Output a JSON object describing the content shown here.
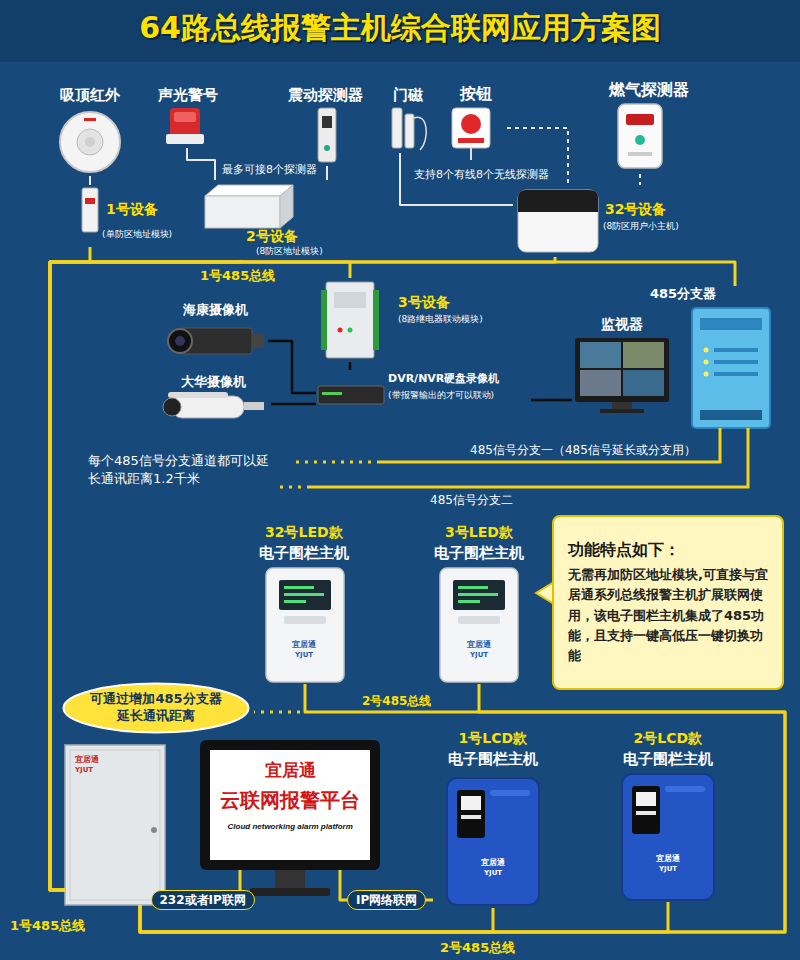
{
  "diagram": {
    "title": "64路总线报警主机综合联网应用方案图",
    "nodes": [
      {
        "text": [
          "吸顶红外"
        ]
      },
      {
        "text": [
          "声光警号"
        ]
      },
      {
        "text": [
          "震动探测器"
        ]
      },
      {
        "text": [
          "门磁"
        ]
      },
      {
        "text": [
          "按钮"
        ]
      },
      {
        "text": [
          "燃气探测器"
        ]
      },
      {
        "text": [
          "1号设备",
          "(单防区地址模块)"
        ]
      },
      {
        "text": [
          "2号设备",
          "(8防区地址模块)"
        ]
      },
      {
        "text": [
          "32号设备",
          "(8防区用户小主机)"
        ]
      },
      {
        "text": [
          "3号设备",
          "(8路继电器联动模块)"
        ]
      },
      {
        "text": [
          "海康摄像机"
        ]
      },
      {
        "text": [
          "大华摄像机"
        ]
      },
      {
        "text": [
          "DVR/NVR硬盘录像机",
          "(带报警输出的才可以联动)"
        ]
      },
      {
        "text": [
          "监视器"
        ]
      },
      {
        "text": [
          "485分支器"
        ]
      },
      {
        "text": [
          "32号LED款",
          "电子围栏主机",
          "宜居通",
          "YJUT"
        ]
      },
      {
        "text": [
          "3号LED款",
          "电子围栏主机",
          "宜居通",
          "YJUT"
        ]
      },
      {
        "text": [
          "功能特点如下：",
          "无需再加防区地址模块,可直接与宜居通系列总线报警主机扩展联网使用，该电子围栏主机集成了485功能，且支持一键高低压一键切换功能"
        ]
      },
      {
        "text": [
          "可通过增加485分支器延长通讯距离"
        ]
      },
      {
        "text": [
          "宜居通",
          "YJUT"
        ]
      },
      {
        "text": [
          "宜居通",
          "云联网报警平台",
          "Cloud networking alarm platform"
        ]
      },
      {
        "text": [
          "1号LCD款",
          "电子围栏主机",
          "宜居通",
          "YJUT"
        ]
      },
      {
        "text": [
          "2号LCD款",
          "电子围栏主机",
          "宜居通",
          "YJUT"
        ]
      }
    ],
    "edges": [
      {
        "from": 0,
        "to": 6,
        "arrow": "none"
      },
      {
        "from": 1,
        "to": 7,
        "arrow": "none"
      },
      {
        "from": 2,
        "to": 7,
        "arrow": "none"
      },
      {
        "from": 3,
        "to": 8,
        "arrow": "none"
      },
      {
        "from": 4,
        "to": 8,
        "arrow": "none"
      },
      {
        "from": 5,
        "to": 8,
        "arrow": "none"
      },
      {
        "from": 19,
        "to": 6,
        "arrow": "none"
      },
      {
        "from": 19,
        "to": 7,
        "arrow": "none"
      },
      {
        "from": 19,
        "to": 8,
        "arrow": "none"
      },
      {
        "from": 19,
        "to": 9,
        "arrow": "none"
      },
      {
        "from": 19,
        "to": 14,
        "arrow": "none"
      },
      {
        "from": 10,
        "to": 12,
        "arrow": "none"
      },
      {
        "from": 11,
        "to": 12,
        "arrow": "none"
      },
      {
        "from": 12,
        "to": 9,
        "arrow": "none"
      },
      {
        "from": 12,
        "to": 13,
        "arrow": "none"
      },
      {
        "from": 19,
        "to": 15,
        "arrow": "none"
      },
      {
        "from": 19,
        "to": 16,
        "arrow": "none"
      },
      {
        "from": 19,
        "to": 21,
        "arrow": "none"
      },
      {
        "from": 19,
        "to": 22,
        "arrow": "none"
      },
      {
        "from": 20,
        "to": 19,
        "label": "232或者IP联网",
        "arrow": "none"
      },
      {
        "from": 20,
        "to": 21,
        "label": "IP网络联网",
        "arrow": "none"
      }
    ],
    "labels": [
      "最多可接8个探测器",
      "支持8个有线8个无线探测器",
      "1号485总线",
      "485信号分支一（485信号延长或分支用）",
      "每个485信号分支通道都可以延长通讯距离1.2千米",
      "485信号分支二",
      "2号485总线",
      "1号485总线",
      "2号485总线"
    ]
  }
}
